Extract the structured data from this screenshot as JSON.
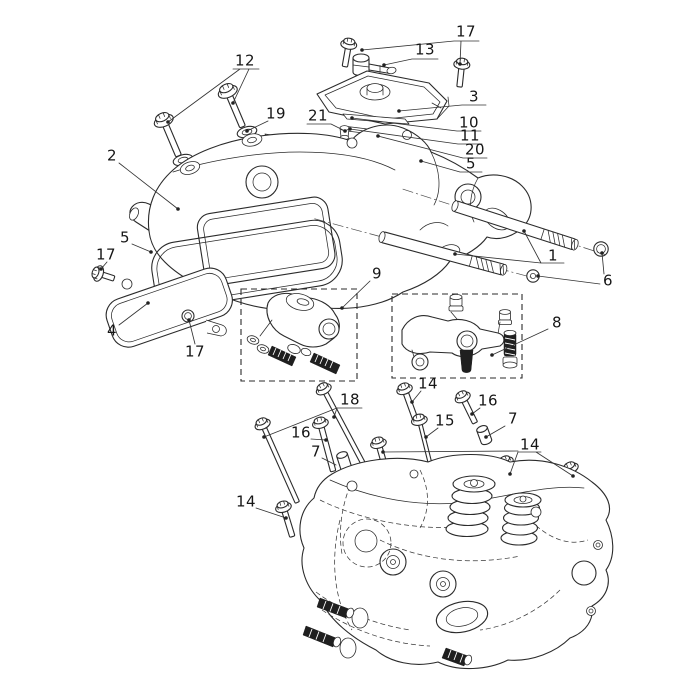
{
  "diagram": {
    "type": "exploded-parts-diagram",
    "colors": {
      "background": "#ffffff",
      "line": "#2b2b2b",
      "black_parts": "#1f1f1f"
    },
    "callouts": [
      {
        "part": "12"
      },
      {
        "part": "17"
      },
      {
        "part": "13"
      },
      {
        "part": "3"
      },
      {
        "part": "19"
      },
      {
        "part": "21"
      },
      {
        "part": "10"
      },
      {
        "part": "11"
      },
      {
        "part": "20"
      },
      {
        "part": "5"
      },
      {
        "part": "2"
      },
      {
        "part": "5"
      },
      {
        "part": "17"
      },
      {
        "part": "1"
      },
      {
        "part": "6"
      },
      {
        "part": "9"
      },
      {
        "part": "4"
      },
      {
        "part": "17"
      },
      {
        "part": "8"
      },
      {
        "part": "14"
      },
      {
        "part": "18"
      },
      {
        "part": "16"
      },
      {
        "part": "15"
      },
      {
        "part": "7"
      },
      {
        "part": "16"
      },
      {
        "part": "14"
      },
      {
        "part": "7"
      },
      {
        "part": "14"
      }
    ]
  }
}
